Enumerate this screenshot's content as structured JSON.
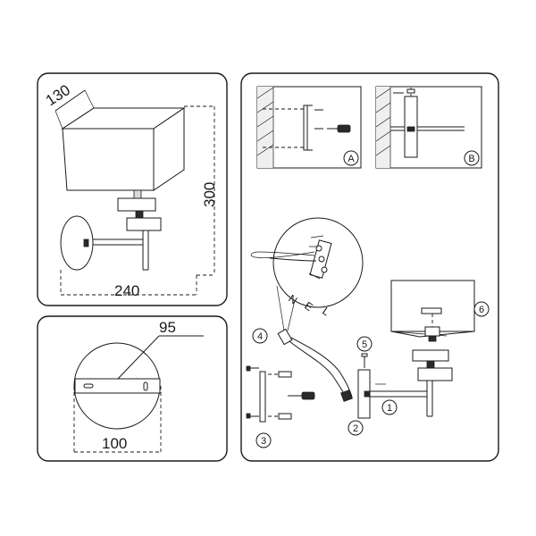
{
  "dimensions": {
    "depth": "130",
    "height": "300",
    "width": "240",
    "plate_hole_spacing": "95",
    "plate_diameter": "100"
  },
  "steps": {
    "s1": "1",
    "s2": "2",
    "s3": "3",
    "s4": "4",
    "s5": "5",
    "s6": "6",
    "sA": "A",
    "sB": "B"
  },
  "wires": {
    "n": "N",
    "e": "E",
    "l": "L"
  }
}
